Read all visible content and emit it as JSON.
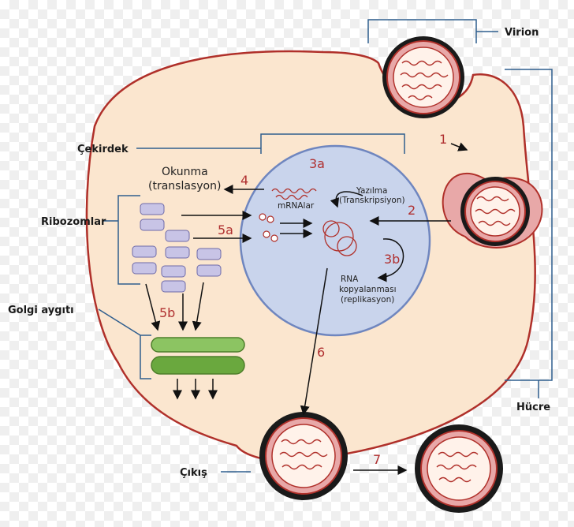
{
  "labels": {
    "virion": "Virion",
    "cekirdek": "Çekirdek",
    "ribozomlar": "Ribozomlar",
    "golgi": "Golgi aygıtı",
    "hucre": "Hücre",
    "cikis": "Çıkış"
  },
  "process": {
    "okunma": "Okunma",
    "translasyon": "(translasyon)",
    "mrnalar": "mRNAlar",
    "yazilma": "Yazılma",
    "transkripsiyon": "(Transkripsiyon)",
    "rna": "RNA",
    "kopyalanmasi": "kopyalanması",
    "replikasyon": "(replikasyon)"
  },
  "steps": {
    "s1": "1",
    "s2": "2",
    "s3a": "3a",
    "s3b": "3b",
    "s4": "4",
    "s5a": "5a",
    "s5b": "5b",
    "s6": "6",
    "s7": "7"
  },
  "colors": {
    "cytoplasm": "#fbe6cf",
    "membrane": "#b0302a",
    "nucleus": "#c9d4ec",
    "nucleus_border": "#6f86bf",
    "bracket": "#2f5e8e",
    "golgi": "#6aa83e",
    "ribosome": "#c8c4e6"
  }
}
